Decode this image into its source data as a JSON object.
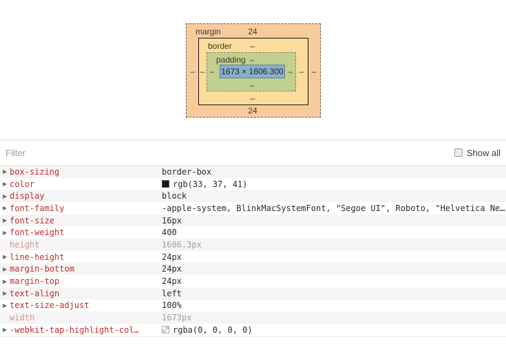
{
  "box_model": {
    "margin_label": "margin",
    "border_label": "border",
    "padding_label": "padding",
    "content_text": "1673 × 1606.300",
    "values": {
      "margin_top": "24",
      "margin_bottom": "24",
      "margin_left": "–",
      "margin_right": "–",
      "border_top": "–",
      "border_bottom": "–",
      "border_left": "–",
      "border_right": "–",
      "padding_top": "–",
      "padding_bottom": "–",
      "padding_left": "–",
      "padding_right": "–"
    },
    "colors": {
      "margin_bg": "#f8cb9c",
      "border_bg": "#fcdc9b",
      "padding_bg": "#c2d08f",
      "content_bg": "#87b0cd",
      "content_border": "#5e7f99"
    }
  },
  "toolbar": {
    "filter_placeholder": "Filter",
    "show_all_label": "Show all",
    "show_all_checked": false
  },
  "icons": {
    "expand_arrow": "▶"
  },
  "properties": [
    {
      "name": "box-sizing",
      "value": "border-box",
      "expandable": true,
      "muted": false
    },
    {
      "name": "color",
      "value": "rgb(33, 37, 41)",
      "expandable": true,
      "muted": false,
      "swatch": {
        "type": "solid",
        "color": "#17191c"
      }
    },
    {
      "name": "display",
      "value": "block",
      "expandable": true,
      "muted": false
    },
    {
      "name": "font-family",
      "value": "-apple-system, BlinkMacSystemFont, \"Segoe UI\", Roboto, \"Helvetica Ne…",
      "expandable": true,
      "muted": false
    },
    {
      "name": "font-size",
      "value": "16px",
      "expandable": true,
      "muted": false
    },
    {
      "name": "font-weight",
      "value": "400",
      "expandable": true,
      "muted": false
    },
    {
      "name": "height",
      "value": "1606.3px",
      "expandable": false,
      "muted": true
    },
    {
      "name": "line-height",
      "value": "24px",
      "expandable": true,
      "muted": false
    },
    {
      "name": "margin-bottom",
      "value": "24px",
      "expandable": true,
      "muted": false
    },
    {
      "name": "margin-top",
      "value": "24px",
      "expandable": true,
      "muted": false
    },
    {
      "name": "text-align",
      "value": "left",
      "expandable": true,
      "muted": false
    },
    {
      "name": "text-size-adjust",
      "value": "100%",
      "expandable": true,
      "muted": false
    },
    {
      "name": "width",
      "value": "1673px",
      "expandable": false,
      "muted": true
    },
    {
      "name": "-webkit-tap-highlight-col…",
      "value": "rgba(0, 0, 0, 0)",
      "expandable": true,
      "muted": false,
      "swatch": {
        "type": "alpha"
      }
    }
  ]
}
